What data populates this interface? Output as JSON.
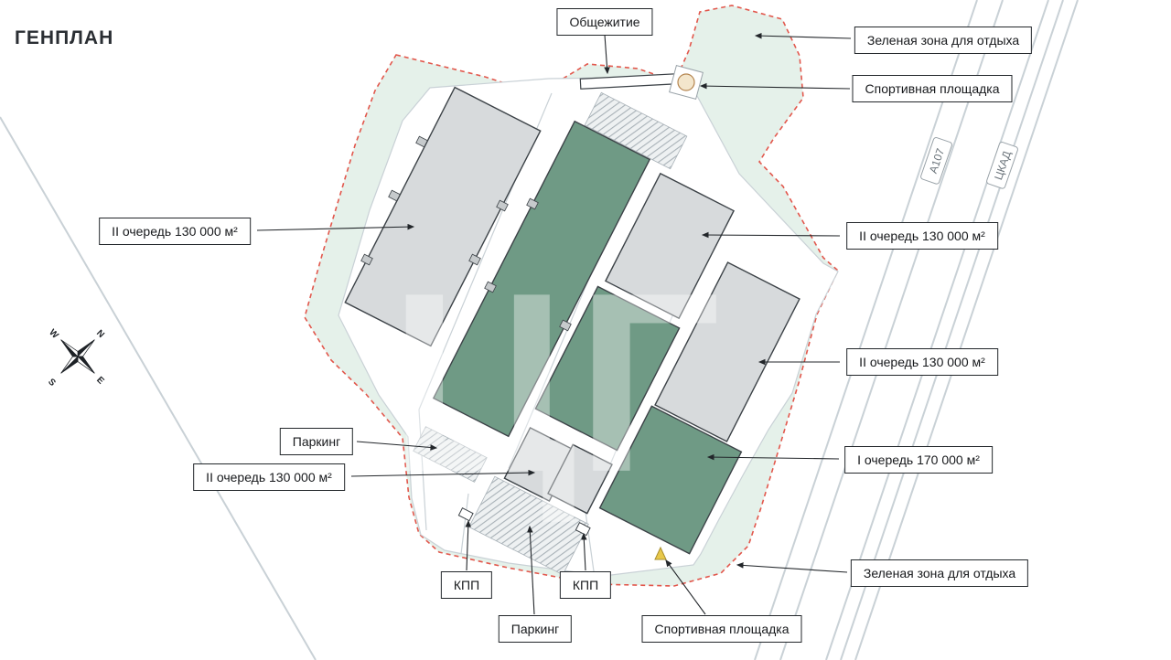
{
  "title": "ГЕНПЛАН",
  "watermark": "ЦГ",
  "compass": {
    "n": "N",
    "s": "S",
    "w": "W",
    "e": "E"
  },
  "roads": {
    "a107": "А107",
    "ckad": "ЦКАД"
  },
  "callouts": {
    "dormitory": "Общежитие",
    "green_zone_top": "Зеленая зона для отдыха",
    "sports_top": "Спортивная площадка",
    "phase2_left": "II очередь 130 000  м²",
    "phase2_right_top": "II очередь 130 000  м²",
    "phase2_right_mid": "II очередь 130 000  м²",
    "phase1_right": "I очередь 170 000 м²",
    "parking_left": "Паркинг",
    "phase2_bottom_left": "II очередь 130 000  м²",
    "kpp_left": "КПП",
    "kpp_right": "КПП",
    "parking_bottom": "Паркинг",
    "sports_bottom": "Спортивная площадка",
    "green_zone_bottom": "Зеленая зона для отдыха"
  },
  "colors": {
    "green_zone": "#e5f1ea",
    "boundary_dashed": "#e2574c",
    "building_gray": "#d7dadc",
    "building_green": "#6f9a85",
    "outline_dark": "#3c4247",
    "road_line": "#c9d1d6"
  }
}
